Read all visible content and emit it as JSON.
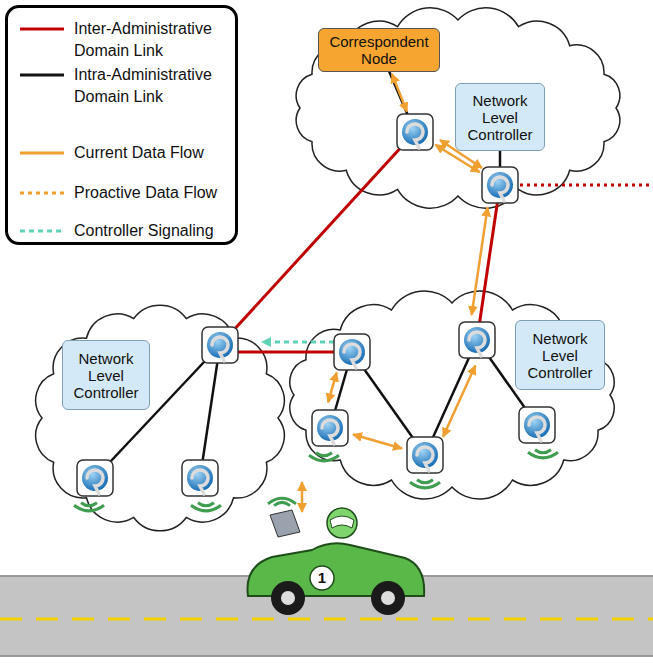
{
  "diagram": {
    "nodes": [
      {
        "text": [
          "Correspondent Node"
        ]
      },
      {
        "text": [
          "Network Level Controller"
        ]
      },
      {
        "text": [
          "Network Level Controller"
        ]
      },
      {
        "text": [
          "Network Level Controller"
        ]
      }
    ],
    "labels": [
      "1"
    ],
    "legend": [
      {
        "text": "Inter-Administrative Domain Link"
      },
      {
        "text": "Intra-Administrative Domain Link"
      },
      {
        "text": "Current Data Flow"
      },
      {
        "text": "Proactive Data Flow"
      },
      {
        "text": "Controller Signaling"
      }
    ]
  }
}
